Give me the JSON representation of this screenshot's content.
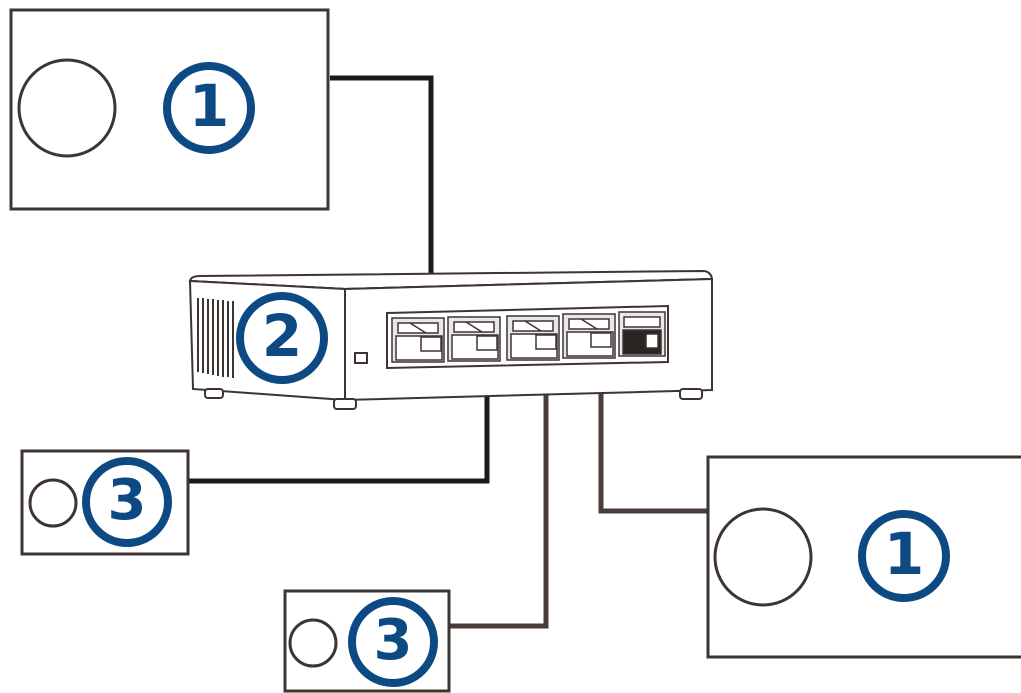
{
  "diagram": {
    "callouts": {
      "device_1_top": "1",
      "switch": "2",
      "device_3_left": "3",
      "device_3_bottom": "3",
      "device_1_right": "1"
    },
    "colors": {
      "callout_blue": "#0d4a84",
      "outline": "#3e3432",
      "cable": "#2a2624",
      "port_fill": "#e8e8e8"
    },
    "icons": {
      "device_indicator": "circle-icon",
      "switch_vent": "vent-grille-icon",
      "switch_led": "led-indicator-icon",
      "ethernet_port": "ethernet-port-icon"
    },
    "switch_port_count": 5
  }
}
